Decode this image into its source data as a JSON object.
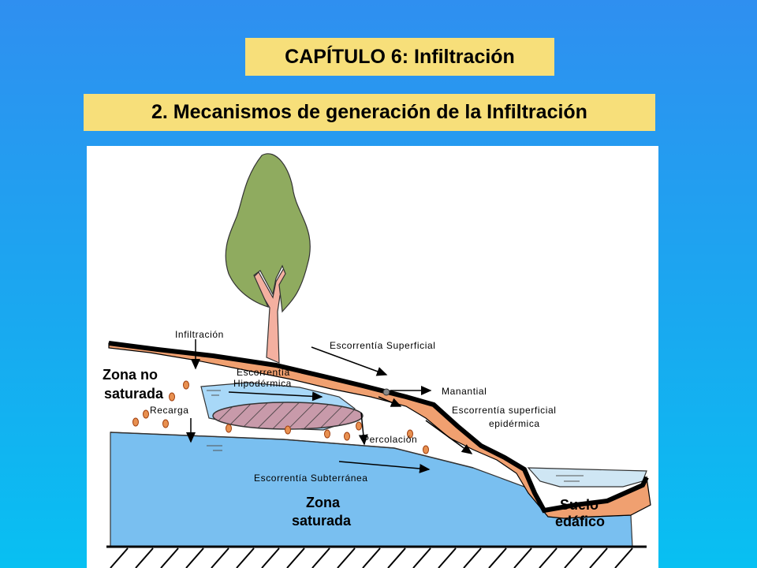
{
  "title": "CAPÍTULO 6: Infiltración",
  "subtitle": "2. Mecanismos de generación de la Infiltración",
  "labels": {
    "infiltracion": "Infiltración",
    "escorrentia_superficial": "Escorrentía Superficial",
    "zona_no_saturada_1": "Zona no",
    "zona_no_saturada_2": "saturada",
    "escorrentia_hipodermica_1": "Escorrentía",
    "escorrentia_hipodermica_2": "Hipodérmica",
    "manantial": "Manantial",
    "recarga": "Recarga",
    "escorrentia_sup_epidermica_1": "Escorrentía superficial",
    "escorrentia_sup_epidermica_2": "epidérmica",
    "percolacion": "Percolación",
    "escorrentia_subterranea": "Escorrentía Subterránea",
    "zona_saturada_1": "Zona",
    "zona_saturada_2": "saturada",
    "suelo_edafico_1": "Suelo",
    "suelo_edafico_2": "edáfico"
  },
  "colors": {
    "background": "#1aa8f0",
    "title_box": "#f7df7a",
    "soil": "#f0a070",
    "groundwater": "#79bff0",
    "perched_water": "#a8d8f8",
    "tree_crown": "#8fab5f",
    "trunk": "#f4b0a0",
    "lens": "#c89aaa"
  }
}
